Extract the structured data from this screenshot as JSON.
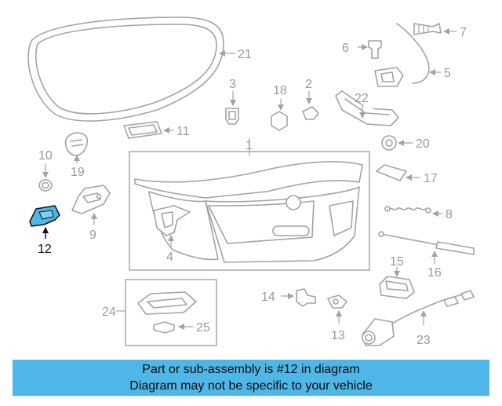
{
  "colors": {
    "highlight": "#4fb7e8",
    "line": "#a3a3a3",
    "callout_text": "#9a9a9a"
  },
  "highlighted_part": "12",
  "callouts": {
    "c1": "1",
    "c2": "2",
    "c3": "3",
    "c4": "4",
    "c5": "5",
    "c6": "6",
    "c7": "7",
    "c8": "8",
    "c9": "9",
    "c10": "10",
    "c11": "11",
    "c12": "12",
    "c13": "13",
    "c14": "14",
    "c15": "15",
    "c16": "16",
    "c17": "17",
    "c18": "18",
    "c19": "19",
    "c20": "20",
    "c21": "21",
    "c22": "22",
    "c23": "23",
    "c24": "24",
    "c25": "25"
  },
  "banner": {
    "line1": "Part or sub-assembly is #12 in diagram",
    "line2": "Diagram may not be specific to your vehicle"
  }
}
